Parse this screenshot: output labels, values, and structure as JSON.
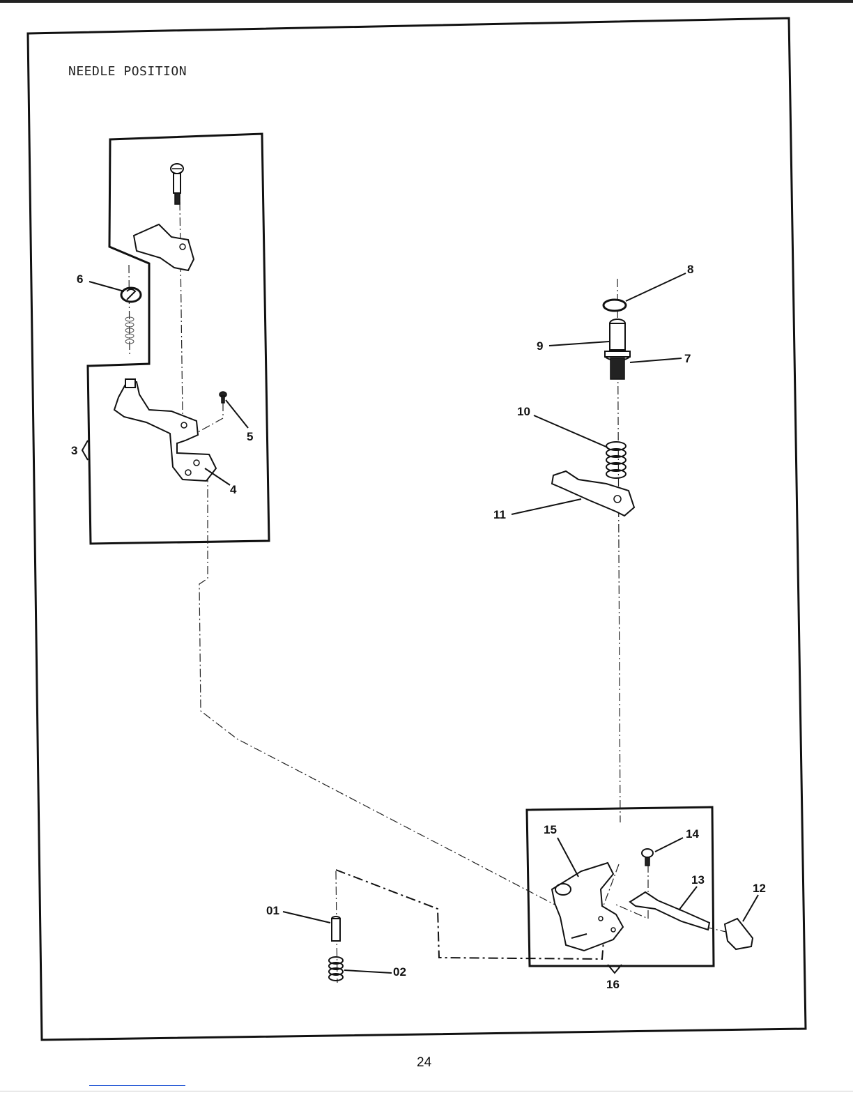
{
  "diagram": {
    "title": "NEEDLE POSITION",
    "page_number": "24",
    "callouts": {
      "c01": "01",
      "c02": "02",
      "c3": "3",
      "c4": "4",
      "c5": "5",
      "c6": "6",
      "c7": "7",
      "c8": "8",
      "c9": "9",
      "c10": "10",
      "c11": "11",
      "c12": "12",
      "c13": "13",
      "c14": "14",
      "c15": "15",
      "c16": "16"
    }
  }
}
